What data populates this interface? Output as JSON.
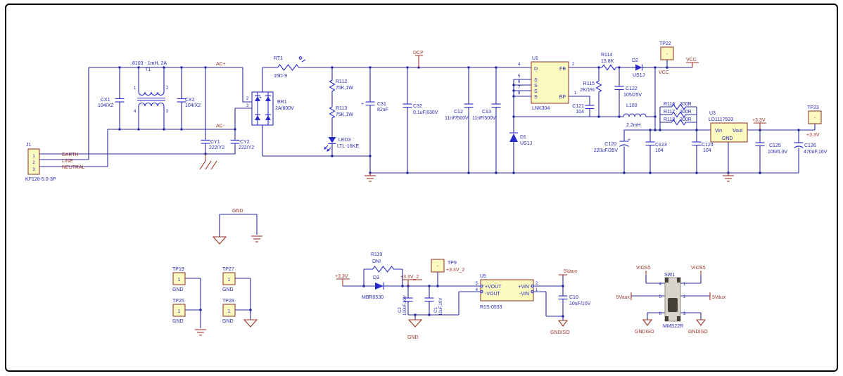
{
  "colors": {
    "wire": "#28289E",
    "symbol_blue": "#2B2BCC",
    "label_blue": "#2727B8",
    "net_maroon": "#9E3528",
    "component_body_fill": "#FDFAC0",
    "component_body_border": "#8B2F26",
    "page_border": "#000000"
  },
  "nets": {
    "ac_plus": "AC+",
    "ac_minus": "AC-",
    "dcp": "DCP",
    "vcc": "VCC",
    "v33": "+3.3V",
    "v33_2": "+3.3V_2",
    "gnd": "GND",
    "aux5": "5Vaux",
    "gndiso": "GNDISO",
    "vios5": "VIOS5",
    "earth": "EARTH",
    "line": "LINE",
    "neutral": "NEUTRAL"
  },
  "components": {
    "j1": {
      "ref": "J1",
      "part": "KF128-5.0-3P",
      "pin1": "1",
      "pin2": "2",
      "pin3": "3"
    },
    "t1": {
      "ref": "T1",
      "value": "8103 - 1mH, 2A",
      "pin1": "1",
      "pin2": "2",
      "pin3": "3",
      "pin4": "4"
    },
    "cx1": {
      "ref": "CX1",
      "value": "104/X2"
    },
    "cx2": {
      "ref": "CX2",
      "value": "104/X2"
    },
    "cy1": {
      "ref": "CY1",
      "value": "222/Y2"
    },
    "cy2": {
      "ref": "CY2",
      "value": "222/Y2"
    },
    "br1": {
      "ref": "BR1",
      "value": "2A/600V",
      "plus": "+",
      "minus": "-",
      "pin2": "2",
      "pin3": "3"
    },
    "rt1": {
      "ref": "RT1",
      "value": "15D-9"
    },
    "r112": {
      "ref": "R112",
      "value": "75K,1W"
    },
    "r113": {
      "ref": "R113",
      "value": "75K,1W"
    },
    "led3": {
      "ref": "LED3",
      "value": "LTL-16KE"
    },
    "c31": {
      "ref": "C31",
      "value": "82uF",
      "plus": "+"
    },
    "c32": {
      "ref": "C32",
      "value": "0.1uF,630V"
    },
    "c12": {
      "ref": "C12",
      "value": "11nF/500V"
    },
    "c13": {
      "ref": "C13",
      "value": "11nF/500V"
    },
    "u1": {
      "ref": "U1",
      "part": "LNK304",
      "pin_d": "D",
      "pin_fb": "FB",
      "pin_bp": "BP",
      "pin_s": "S",
      "n4": "4",
      "n5": "5",
      "n6": "6",
      "n7": "7",
      "n8": "8",
      "n2": "2",
      "n1": "1"
    },
    "d1": {
      "ref": "D1",
      "value": "US1J"
    },
    "c121": {
      "ref": "C121",
      "value": "104"
    },
    "r114": {
      "ref": "R114",
      "value": "15.8K"
    },
    "r115": {
      "ref": "R115",
      "value": "2K/1%"
    },
    "d2": {
      "ref": "D2",
      "value": "US1J"
    },
    "c122": {
      "ref": "C122",
      "value": "105/25V"
    },
    "l100": {
      "ref": "L100",
      "value": "2.2mH"
    },
    "c120": {
      "ref": "C120",
      "value": "220uF/35V",
      "plus": "+"
    },
    "c123": {
      "ref": "C123",
      "value": "104"
    },
    "r116": {
      "ref": "R116",
      "value": "300R"
    },
    "r117": {
      "ref": "R117",
      "value": "300R"
    },
    "r118": {
      "ref": "R118",
      "value": "300R"
    },
    "c124": {
      "ref": "C124",
      "value": "104"
    },
    "u3": {
      "ref": "U3",
      "part": "LD1117533",
      "vin": "Vin",
      "vout": "Vout",
      "gnd": "GND"
    },
    "c125": {
      "ref": "C125",
      "value": "106/6.3V"
    },
    "c126": {
      "ref": "C126",
      "value": "470uF,16V"
    },
    "r119": {
      "ref": "R119",
      "value": "DNI"
    },
    "d3": {
      "ref": "D3",
      "value": "MBR0530"
    },
    "c2": {
      "ref": "C2",
      "value": "100nF,10V"
    },
    "c1": {
      "ref": "C1",
      "value": "10uF,10V"
    },
    "u5": {
      "ref": "U5",
      "part": "R1S-0533",
      "pvout": "+VOUT",
      "nvout": "-VOUT",
      "pvin": "+VIN",
      "nvin": "-VIN",
      "n5": "5",
      "n4": "4",
      "n2": "2",
      "n1": "1"
    },
    "c10": {
      "ref": "C10",
      "value": "10uF/10V"
    },
    "sw1": {
      "ref": "SW1",
      "part": "MMS22R",
      "p1": "1",
      "p2": "2",
      "p3": "3",
      "p4": "4",
      "p5": "5",
      "p6": "6"
    }
  },
  "testpoints": {
    "tp22": {
      "ref": "TP22",
      "net": "VCC",
      "glyph": "-"
    },
    "tp23": {
      "ref": "TP23",
      "net": "+3.3V",
      "glyph": "-"
    },
    "tp9": {
      "ref": "TP9",
      "net": "+3.3V_2",
      "glyph": "-"
    },
    "tp19": {
      "ref": "TP19",
      "net": "GND",
      "pin": "1"
    },
    "tp25": {
      "ref": "TP25",
      "net": "GND",
      "pin": "1"
    },
    "tp27": {
      "ref": "TP27",
      "net": "GND",
      "pin": "1"
    },
    "tp28": {
      "ref": "TP28",
      "net": "GND",
      "pin": "1"
    }
  }
}
